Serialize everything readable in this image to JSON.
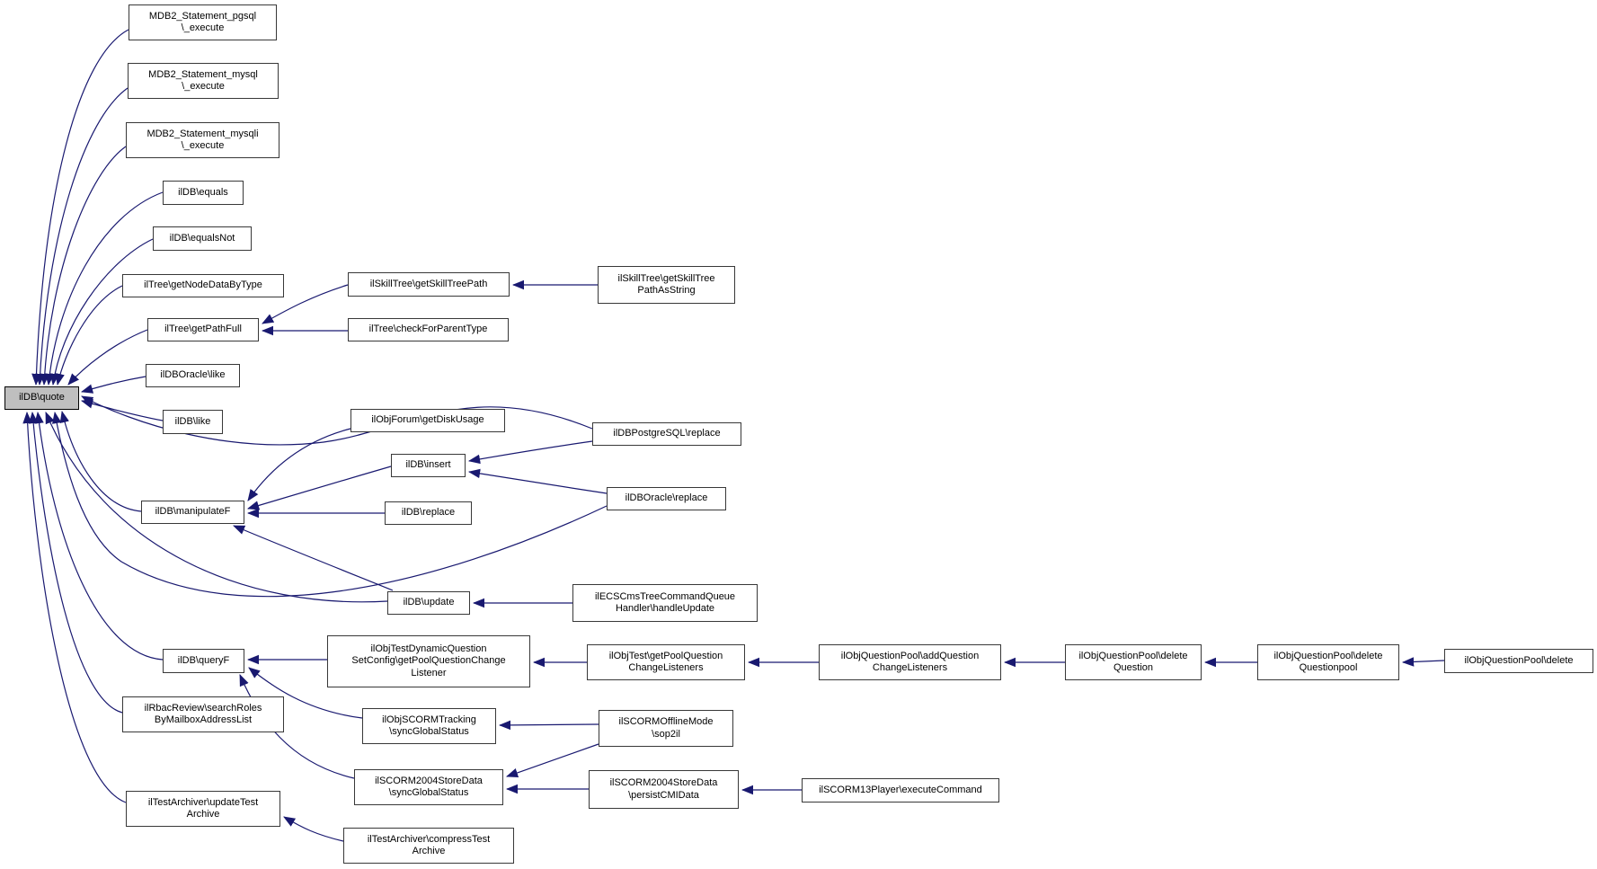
{
  "diagram": {
    "kind": "caller-graph",
    "root_function": "ilDB\\quote",
    "colors": {
      "edge": "#191970",
      "node_border": "#383838",
      "node_fill": "#ffffff",
      "root_fill": "#bfbfbf",
      "text": "#000000",
      "background": "#ffffff"
    },
    "nodes": [
      {
        "id": "quote",
        "label": "ilDB\\quote",
        "highlighted": true
      },
      {
        "id": "pgsql_execute",
        "label": "MDB2_Statement_pgsql\n\\_execute"
      },
      {
        "id": "mysql_execute",
        "label": "MDB2_Statement_mysql\n\\_execute"
      },
      {
        "id": "mysqli_execute",
        "label": "MDB2_Statement_mysqli\n\\_execute"
      },
      {
        "id": "equals",
        "label": "ilDB\\equals"
      },
      {
        "id": "equalsNot",
        "label": "ilDB\\equalsNot"
      },
      {
        "id": "getNodeDataByType",
        "label": "ilTree\\getNodeDataByType"
      },
      {
        "id": "getPathFull",
        "label": "ilTree\\getPathFull"
      },
      {
        "id": "oracleLike",
        "label": "ilDBOracle\\like"
      },
      {
        "id": "like",
        "label": "ilDB\\like"
      },
      {
        "id": "manipulateF",
        "label": "ilDB\\manipulateF"
      },
      {
        "id": "update",
        "label": "ilDB\\update"
      },
      {
        "id": "queryF",
        "label": "ilDB\\queryF"
      },
      {
        "id": "searchRoles",
        "label": "ilRbacReview\\searchRoles\nByMailboxAddressList"
      },
      {
        "id": "updateTestArchive",
        "label": "ilTestArchiver\\updateTest\nArchive"
      },
      {
        "id": "getSkillTreePath",
        "label": "ilSkillTree\\getSkillTreePath"
      },
      {
        "id": "checkForParentType",
        "label": "ilTree\\checkForParentType"
      },
      {
        "id": "getDiskUsage",
        "label": "ilObjForum\\getDiskUsage"
      },
      {
        "id": "insert",
        "label": "ilDB\\insert"
      },
      {
        "id": "replace",
        "label": "ilDB\\replace"
      },
      {
        "id": "getPoolQuestionChangeListener",
        "label": "ilObjTestDynamicQuestion\nSetConfig\\getPoolQuestionChange\nListener"
      },
      {
        "id": "scormTrackingSync",
        "label": "ilObjSCORMTracking\n\\syncGlobalStatus"
      },
      {
        "id": "scorm2004Sync",
        "label": "ilSCORM2004StoreData\n\\syncGlobalStatus"
      },
      {
        "id": "compressTestArchive",
        "label": "ilTestArchiver\\compressTest\nArchive"
      },
      {
        "id": "getSkillTreePathAsString",
        "label": "ilSkillTree\\getSkillTree\nPathAsString"
      },
      {
        "id": "pgReplace",
        "label": "ilDBPostgreSQL\\replace"
      },
      {
        "id": "oraReplace",
        "label": "ilDBOracle\\replace"
      },
      {
        "id": "handleUpdate",
        "label": "ilECSCmsTreeCommandQueue\nHandler\\handleUpdate"
      },
      {
        "id": "getPoolQuestionChangeListeners",
        "label": "ilObjTest\\getPoolQuestion\nChangeListeners"
      },
      {
        "id": "sop2il",
        "label": "ilSCORMOfflineMode\n\\sop2il"
      },
      {
        "id": "persistCMIData",
        "label": "ilSCORM2004StoreData\n\\persistCMIData"
      },
      {
        "id": "addQuestionChangeListeners",
        "label": "ilObjQuestionPool\\addQuestion\nChangeListeners"
      },
      {
        "id": "executeCommand",
        "label": "ilSCORM13Player\\executeCommand"
      },
      {
        "id": "deleteQuestion",
        "label": "ilObjQuestionPool\\delete\nQuestion"
      },
      {
        "id": "deleteQuestionpool",
        "label": "ilObjQuestionPool\\delete\nQuestionpool"
      },
      {
        "id": "delete",
        "label": "ilObjQuestionPool\\delete"
      }
    ],
    "edges": [
      {
        "from": "pgsql_execute",
        "to": "quote"
      },
      {
        "from": "mysql_execute",
        "to": "quote"
      },
      {
        "from": "mysqli_execute",
        "to": "quote"
      },
      {
        "from": "equals",
        "to": "quote"
      },
      {
        "from": "equalsNot",
        "to": "quote"
      },
      {
        "from": "getNodeDataByType",
        "to": "quote"
      },
      {
        "from": "getPathFull",
        "to": "quote"
      },
      {
        "from": "oracleLike",
        "to": "quote"
      },
      {
        "from": "like",
        "to": "quote"
      },
      {
        "from": "manipulateF",
        "to": "quote"
      },
      {
        "from": "update",
        "to": "quote"
      },
      {
        "from": "queryF",
        "to": "quote"
      },
      {
        "from": "searchRoles",
        "to": "quote"
      },
      {
        "from": "updateTestArchive",
        "to": "quote"
      },
      {
        "from": "pgReplace",
        "to": "quote"
      },
      {
        "from": "oraReplace",
        "to": "quote"
      },
      {
        "from": "getSkillTreePath",
        "to": "getPathFull"
      },
      {
        "from": "checkForParentType",
        "to": "getPathFull"
      },
      {
        "from": "getSkillTreePathAsString",
        "to": "getSkillTreePath"
      },
      {
        "from": "getDiskUsage",
        "to": "manipulateF"
      },
      {
        "from": "insert",
        "to": "manipulateF"
      },
      {
        "from": "replace",
        "to": "manipulateF"
      },
      {
        "from": "update",
        "to": "manipulateF"
      },
      {
        "from": "pgReplace",
        "to": "insert"
      },
      {
        "from": "oraReplace",
        "to": "insert"
      },
      {
        "from": "handleUpdate",
        "to": "update"
      },
      {
        "from": "getPoolQuestionChangeListener",
        "to": "queryF"
      },
      {
        "from": "scormTrackingSync",
        "to": "queryF"
      },
      {
        "from": "scorm2004Sync",
        "to": "queryF"
      },
      {
        "from": "getPoolQuestionChangeListeners",
        "to": "getPoolQuestionChangeListener"
      },
      {
        "from": "addQuestionChangeListeners",
        "to": "getPoolQuestionChangeListeners"
      },
      {
        "from": "deleteQuestion",
        "to": "addQuestionChangeListeners"
      },
      {
        "from": "deleteQuestionpool",
        "to": "deleteQuestion"
      },
      {
        "from": "delete",
        "to": "deleteQuestionpool"
      },
      {
        "from": "sop2il",
        "to": "scormTrackingSync"
      },
      {
        "from": "sop2il",
        "to": "scorm2004Sync"
      },
      {
        "from": "persistCMIData",
        "to": "scorm2004Sync"
      },
      {
        "from": "executeCommand",
        "to": "persistCMIData"
      },
      {
        "from": "compressTestArchive",
        "to": "updateTestArchive"
      }
    ]
  }
}
